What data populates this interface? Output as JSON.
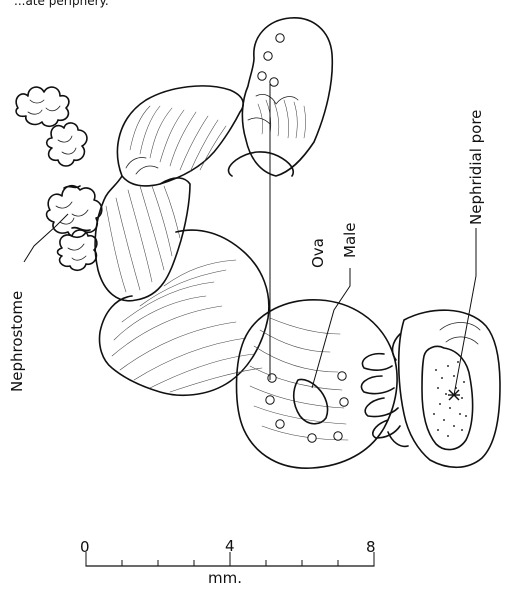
{
  "caption_fragment": "...ate periphery.",
  "labels": {
    "nephrostome": "Nephrostome",
    "ova": "Ova",
    "male": "Male",
    "nephridial_pore": "Nephridial pore"
  },
  "scale_bar": {
    "ticks": [
      "0",
      "4",
      "8"
    ],
    "unit": "mm."
  }
}
